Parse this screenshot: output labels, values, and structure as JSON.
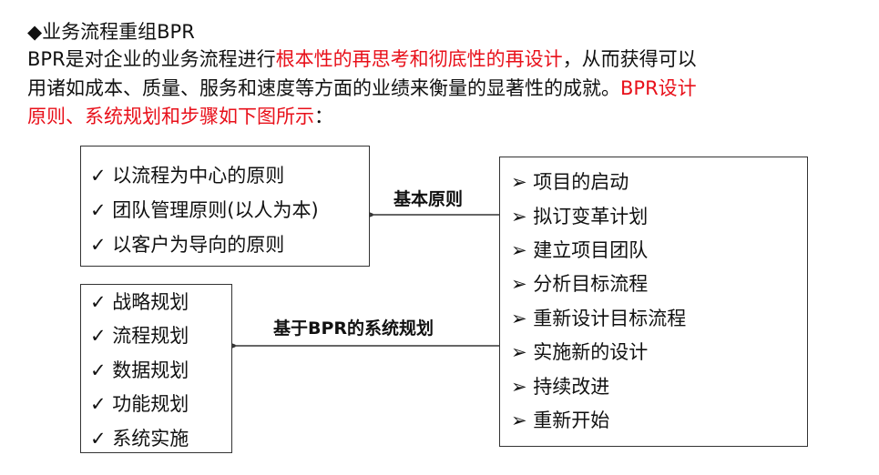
{
  "heading": "◆业务流程重组BPR",
  "para": {
    "l1a": "BPR是对企业的业务流程进行",
    "l1b": "根本性的再思考和彻底性的再设计",
    "l1c": "，从而获得可以",
    "l2a": "用诸如成本、质量、服务和速度等方面的业绩来衡量的显著性的成就。",
    "l2b": "BPR设计",
    "l3a": "原则、系统规划和步骤如下图所示",
    "l3b": "："
  },
  "principles": [
    "✓ 以流程为中心的原则",
    "✓ 团队管理原则(以人为本)",
    "✓ 以客户为导向的原则"
  ],
  "planning": [
    "✓ 战略规划",
    "✓ 流程规划",
    "✓ 数据规划",
    "✓ 功能规划",
    "✓ 系统实施"
  ],
  "steps": [
    "➢ 项目的启动",
    "➢ 拟订变革计划",
    "➢ 建立项目团队",
    "➢ 分析目标流程",
    "➢ 重新设计目标流程",
    "➢ 实施新的设计",
    "➢ 持续改进",
    "➢ 重新开始"
  ],
  "arrow_labels": {
    "principles": "基本原则",
    "planning": "基于BPR的系统规划"
  }
}
